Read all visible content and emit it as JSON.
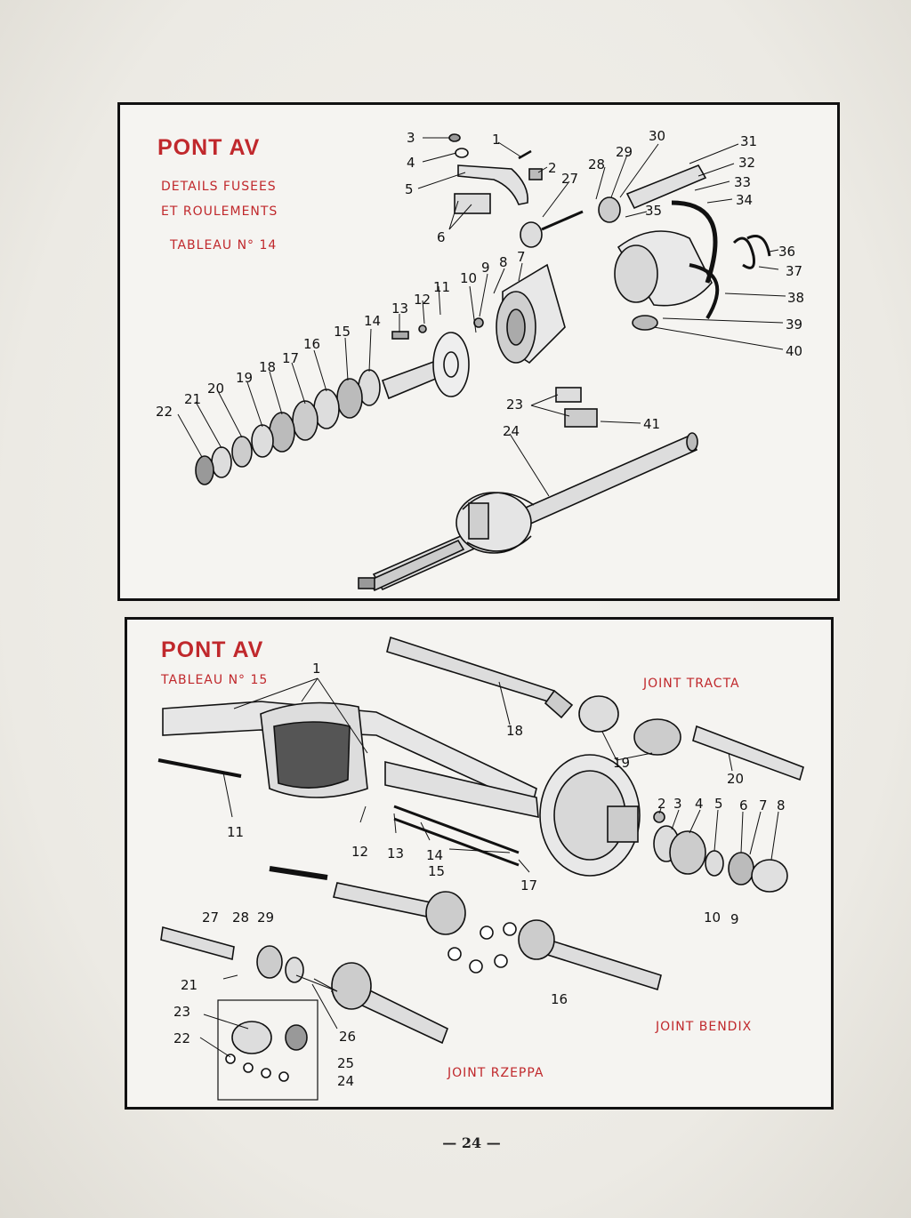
{
  "panel1": {
    "title": "PONT AV",
    "subtitle_line1": "DETAILS  FUSEES",
    "subtitle_line2": "ET ROULEMENTS",
    "table_ref": "TABLEAU N° 14",
    "callouts": [
      "3",
      "4",
      "5",
      "6",
      "1",
      "2",
      "27",
      "28",
      "29",
      "30",
      "31",
      "32",
      "33",
      "34",
      "35",
      "36",
      "37",
      "38",
      "39",
      "40",
      "7",
      "8",
      "9",
      "10",
      "11",
      "12",
      "13",
      "14",
      "15",
      "16",
      "17",
      "18",
      "19",
      "20",
      "21",
      "22",
      "23",
      "24",
      "41"
    ]
  },
  "panel2": {
    "title": "PONT AV",
    "table_ref": "TABLEAU N° 15",
    "joint_tracta": "JOINT TRACTA",
    "joint_bendix": "JOINT BENDIX",
    "joint_rzeppa": "JOINT RZEPPA",
    "callouts": [
      "1",
      "18",
      "19",
      "20",
      "11",
      "12",
      "13",
      "14",
      "15",
      "17",
      "2",
      "3",
      "4",
      "5",
      "6",
      "7",
      "8",
      "10",
      "9",
      "27",
      "28",
      "29",
      "21",
      "23",
      "22",
      "26",
      "25",
      "24",
      "16"
    ]
  },
  "page_number": "— 24 —",
  "colors": {
    "accent_red": "#c0282c",
    "ink": "#111111",
    "paper": "#f5f4f1"
  }
}
